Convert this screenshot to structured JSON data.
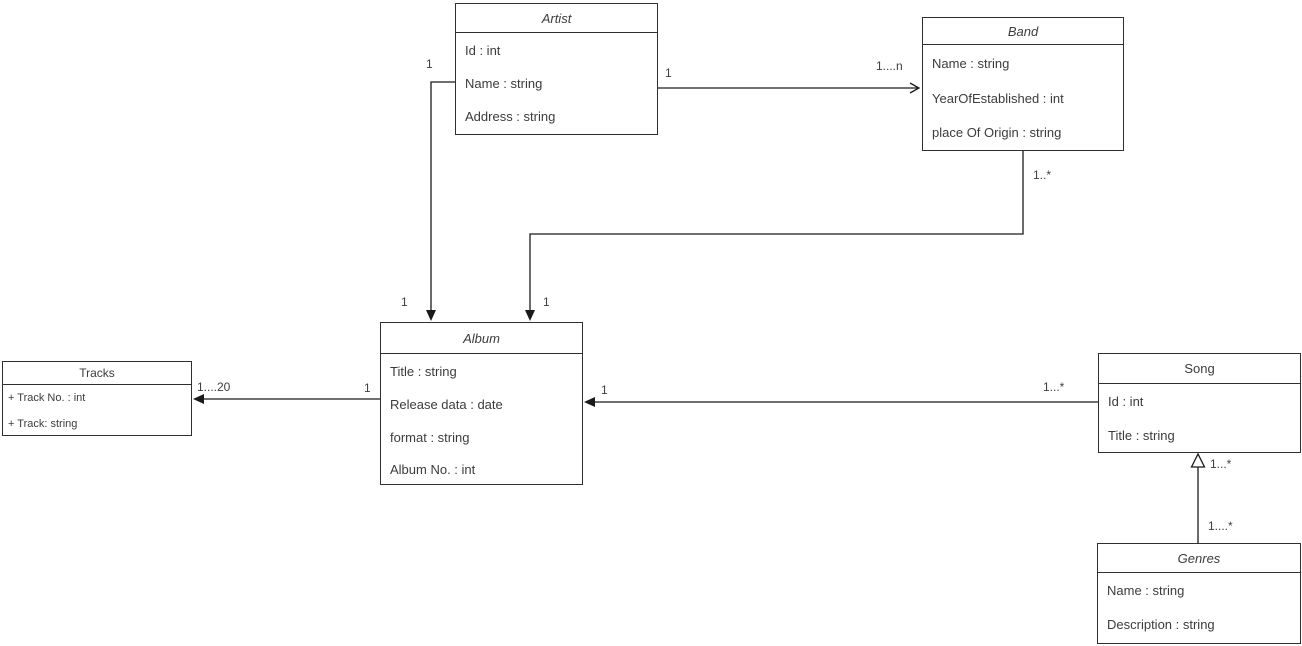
{
  "diagram": {
    "type": "uml-class-diagram",
    "line_color": "#1a1a1a",
    "background_color": "#ffffff",
    "entities": {
      "artist": {
        "title": "Artist",
        "attributes": [
          "Id : int",
          "Name : string",
          "Address : string"
        ]
      },
      "band": {
        "title": "Band",
        "attributes": [
          "Name : string",
          "YearOfEstablished : int",
          "place Of Origin : string"
        ]
      },
      "album": {
        "title": "Album",
        "attributes": [
          "Title : string",
          "Release data : date",
          "format : string",
          "Album No. : int"
        ]
      },
      "tracks": {
        "title": "Tracks",
        "attributes": [
          "+ Track No. : int",
          "+ Track: string"
        ]
      },
      "song": {
        "title": "Song",
        "attributes": [
          "Id : int",
          "Title : string"
        ]
      },
      "genres": {
        "title": "Genres",
        "attributes": [
          "Name : string",
          "Description : string"
        ]
      }
    },
    "relationships": [
      {
        "from": "Artist",
        "to": "Band",
        "type": "association-open-arrow",
        "label_at_from": "1",
        "label_at_to": "1....n"
      },
      {
        "from": "Artist",
        "to": "Album",
        "type": "association-solid-arrow",
        "label_at_from": "1",
        "label_at_to": "1"
      },
      {
        "from": "Band",
        "to": "Album",
        "type": "association-solid-arrow",
        "label_at_from": "1..*",
        "label_at_to": "1"
      },
      {
        "from": "Album",
        "to": "Tracks",
        "type": "association-solid-arrow",
        "label_at_from": "1",
        "label_at_to": "1....20"
      },
      {
        "from": "Song",
        "to": "Album",
        "type": "association-solid-arrow",
        "label_at_from": "1...*",
        "label_at_to": "1"
      },
      {
        "from": "Genres",
        "to": "Song",
        "type": "generalization-hollow-triangle",
        "label_at_from": "1....*",
        "label_at_to": "1...*"
      }
    ]
  }
}
